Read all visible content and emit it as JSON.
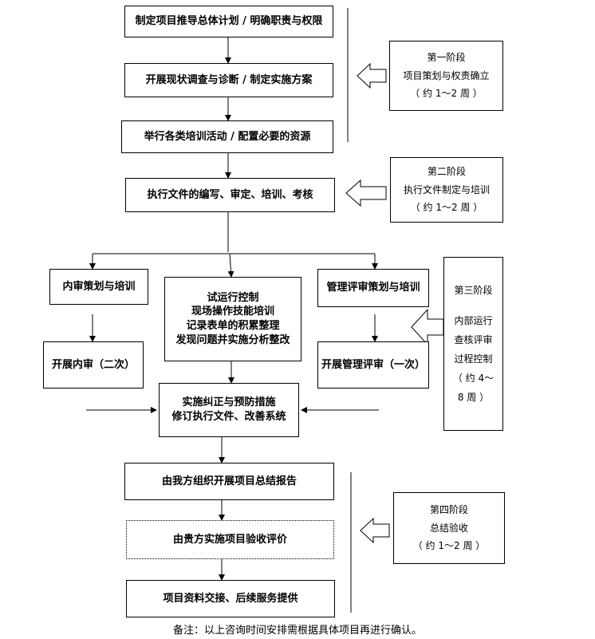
{
  "flow": {
    "step1": "制定项目推导总体计划 / 明确职责与权限",
    "step2": "开展现状调查与诊断 / 制定实施方案",
    "step3": "举行各类培训活动 / 配置必要的资源",
    "step4": "执行文件的编写、审定、培训、考核",
    "left1": "内审策划与培训",
    "left2": "开展内审（二次）",
    "center_lines": [
      "试运行控制",
      "现场操作技能培训",
      "记录表单的积累整理",
      "发现问题并实施分析整改"
    ],
    "right1": "管理评审策划与培训",
    "right2": "开展管理评审（一次）",
    "correct_lines": [
      "实施纠正与预防措施",
      "修订执行文件、改善系统"
    ],
    "step6": "由我方组织开展项目总结报告",
    "step7": "由贵方实施项目验收评价",
    "step8": "项目资料交接、后续服务提供"
  },
  "stages": {
    "s1": [
      "第一阶段",
      "项目策划与权责确立",
      "（ 约 1～2 周 ）"
    ],
    "s2": [
      "第二阶段",
      "执行文件制定与培训",
      "（ 约 1～2 周 ）"
    ],
    "s3": [
      "第三阶段",
      "内部运行",
      "查核评审",
      "过程控制",
      "（ 约 4～",
      "8 周 ）"
    ],
    "s4": [
      "第四阶段",
      "总结验收",
      "（ 约 1～2 周 ）"
    ]
  },
  "note": "备注：以上咨询时间安排需根据具体项目再进行确认。"
}
